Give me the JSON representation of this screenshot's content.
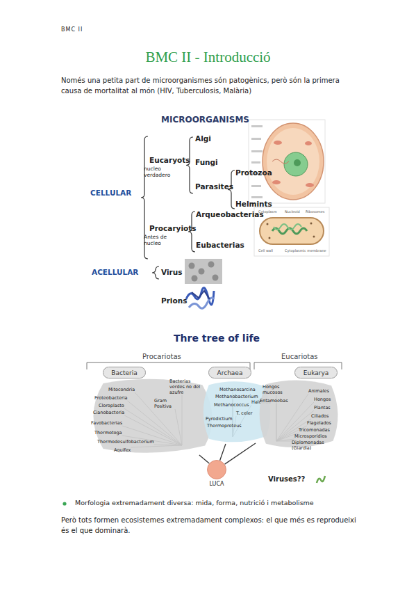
{
  "diagram": {
    "title": "BMC II - Introducció",
    "nodes": [
      {
        "text": [
          "Bacteria"
        ]
      },
      {
        "text": [
          "Archaea"
        ]
      },
      {
        "text": [
          "Eukarya"
        ]
      },
      {
        "text": [
          "Bacterias verdes no del azufre",
          "Mitocondria",
          "Gram Positiva",
          "Proteobacteria",
          "Cloroplasto",
          "Cianobacteria",
          "Favobacterias",
          "Thermotoga",
          "Thermodesulfobacterium",
          "Aquifex"
        ]
      },
      {
        "text": [
          "Methanosarcina",
          "Methanobacterium",
          "Halófilos",
          "Methanococcus",
          "T. celer",
          "Pyrodictium",
          "Thermoproteus"
        ]
      },
      {
        "text": [
          "Hongos mucosos",
          "Entamoebas",
          "Animales",
          "Hongos",
          "Plantas",
          "Ciliados",
          "Flagelados",
          "Tricomonadas",
          "Microsporidios",
          "Diplomonadas (Giardia)"
        ]
      },
      {
        "text": [
          "LUCA"
        ]
      }
    ],
    "edges": [
      {
        "from": 6,
        "to": 3,
        "arrow": "none"
      },
      {
        "from": 6,
        "to": 4,
        "arrow": "none"
      },
      {
        "from": 6,
        "to": 5,
        "arrow": "none"
      }
    ],
    "labels": [
      "BMC II",
      "Només una petita part de microorganismes són patogènics, però són la primera causa de mortalitat al món (HIV, Tuberculosis, Malària)",
      "MICROORGANISMS",
      "Eucaryots",
      "nucleo verdadero",
      "Algi",
      "Fungi",
      "Parasites",
      "Protozoa",
      "Helmints",
      "CELLULAR",
      "Procaryiots",
      "Antes de nucleo",
      "Arqueobacterias",
      "Eubacterias",
      "Cytoplasm",
      "Nucleoid",
      "Ribosomes",
      "Cell wall",
      "Cytoplasmic membrane",
      "ACELLULAR",
      "Virus",
      "Prions",
      "Thre tree of life",
      "Procariotas",
      "Eucariotas",
      "Viruses??",
      "Morfologia extremadament diversa: mida, forma, nutrició i metabolisme",
      "Però tots formen ecosistemes extremadament complexos: el que més es reprodueixi és el que dominarà."
    ]
  }
}
